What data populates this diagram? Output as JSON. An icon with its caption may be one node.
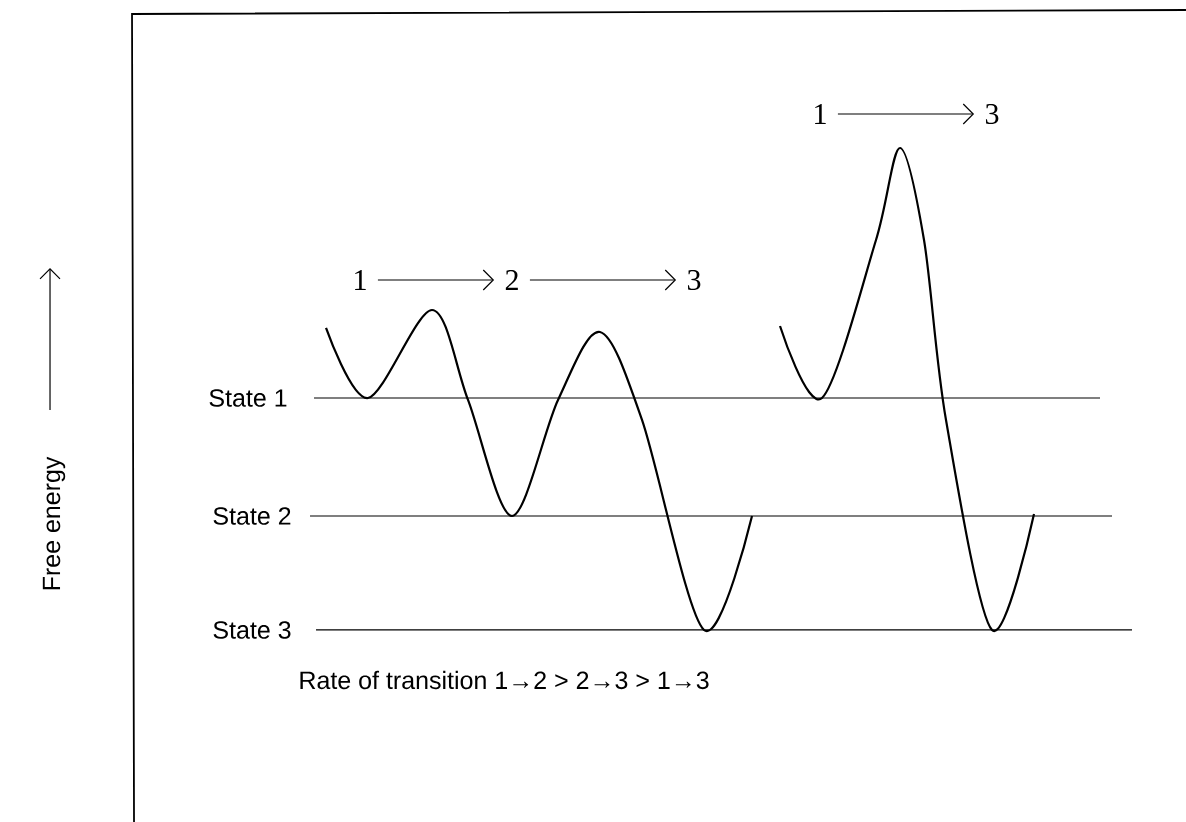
{
  "diagram": {
    "nodes": [
      {
        "text": [
          "1"
        ]
      },
      {
        "text": [
          "2"
        ]
      },
      {
        "text": [
          "3"
        ]
      },
      {
        "text": [
          "1"
        ]
      },
      {
        "text": [
          "3"
        ]
      }
    ],
    "edges": [
      {
        "from": 0,
        "to": 1,
        "arrow": "to"
      },
      {
        "from": 1,
        "to": 2,
        "arrow": "to"
      },
      {
        "from": 3,
        "to": 4,
        "arrow": "to"
      }
    ],
    "labels": [
      "Free energy",
      "State 1",
      "State 2",
      "State 3",
      "Rate of transition 1→2 > 2→3 > 1→3"
    ]
  }
}
